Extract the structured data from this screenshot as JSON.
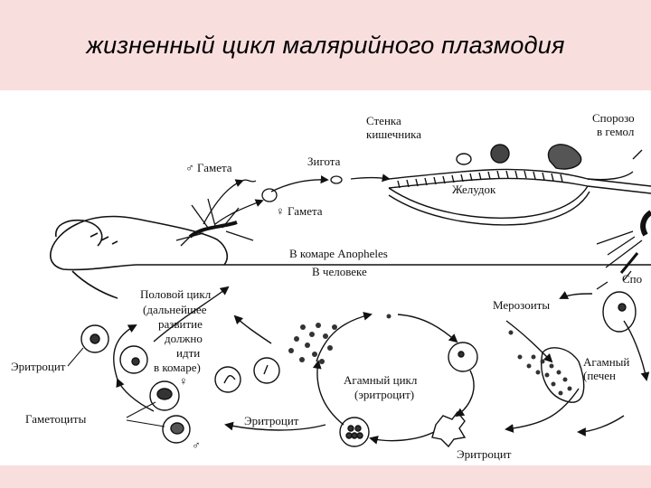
{
  "slide": {
    "title": "жизненный цикл малярийного плазмодия"
  },
  "labels": {
    "male_gamete": "♂ Гамета",
    "zygote": "Зигота",
    "female_gamete": "♀ Гамета",
    "gut_wall_1": "Стенка",
    "gut_wall_2": "кишечника",
    "stomach": "Желудок",
    "sporozoites_1": "Спорозо",
    "sporozoites_2": "в гемол",
    "in_mosquito": "В комаре Anopheles",
    "in_human": "В человеке",
    "spo_right": "Спо",
    "sexual_1": "Половой цикл",
    "sexual_2": "(дальнейшее",
    "sexual_3": "развитие",
    "sexual_4": "должно",
    "sexual_5": "идти",
    "sexual_6": "в комаре)",
    "merozoites": "Мерозоиты",
    "asexual_liver_1": "Агамный",
    "asexual_liver_2": "(печен",
    "erythrocyte_left": "Эритроцит",
    "asexual_cycle_1": "Агамный цикл",
    "asexual_cycle_2": "(эритроцит)",
    "female_sign": "♀",
    "male_sign": "♂",
    "gametocytes": "Гаметоциты",
    "erythrocyte_mid": "Эритроцит",
    "erythrocyte_bottom": "Эритроцит"
  }
}
